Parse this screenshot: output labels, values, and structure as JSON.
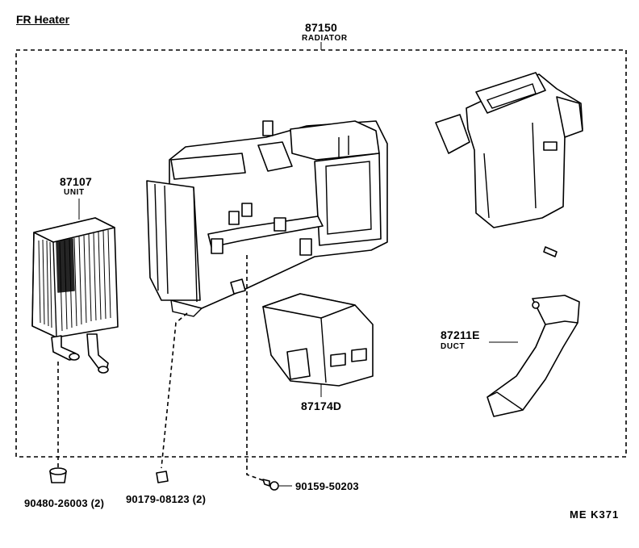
{
  "title": "FR Heater",
  "diagram_code": "ME  K371",
  "parts": {
    "radiator": {
      "number": "87150",
      "name": "RADIATOR"
    },
    "unit": {
      "number": "87107",
      "name": "UNIT"
    },
    "duct": {
      "number": "87211E",
      "name": "DUCT"
    },
    "case": {
      "number": "87174D"
    },
    "grommet": {
      "number": "90480-26003 (2)"
    },
    "clip": {
      "number": "90179-08123 (2)"
    },
    "screw": {
      "number": "90159-50203"
    }
  }
}
